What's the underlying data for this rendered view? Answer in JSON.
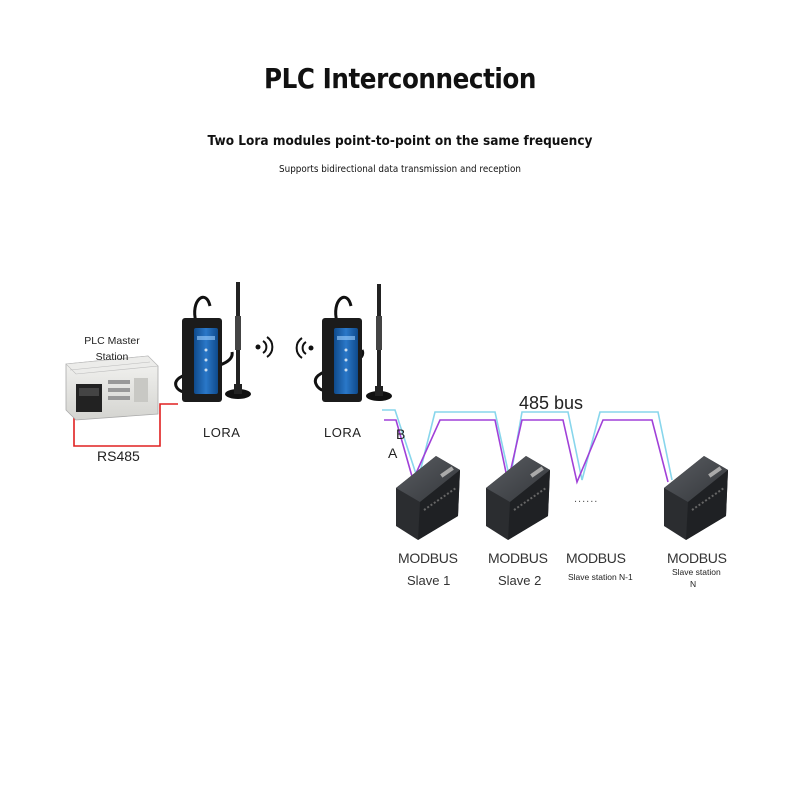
{
  "header": {
    "title": "PLC Interconnection",
    "subtitle": "Two Lora modules point-to-point on the same frequency",
    "subtitle2": "Supports bidirectional data transmission and reception"
  },
  "diagram": {
    "master": {
      "line1": "PLC Master",
      "line2": "Station",
      "link_label": "RS485"
    },
    "lora_left": "LORA",
    "lora_right": "LORA",
    "bus_label": "485 bus",
    "bus_b": "B",
    "bus_a": "A",
    "ellipsis": "......",
    "slaves": [
      {
        "protocol": "MODBUS",
        "name": "Slave 1"
      },
      {
        "protocol": "MODBUS",
        "name": "Slave 2"
      },
      {
        "protocol": "MODBUS",
        "name": "Slave station N-1"
      },
      {
        "protocol": "MODBUS",
        "name_line1": "Slave station",
        "name_line2": "N"
      }
    ],
    "colors": {
      "bus_b": "#88d6ec",
      "bus_a": "#a040d8",
      "rs485_link": "#e02020",
      "lora_body": "#1a5ea8"
    }
  }
}
